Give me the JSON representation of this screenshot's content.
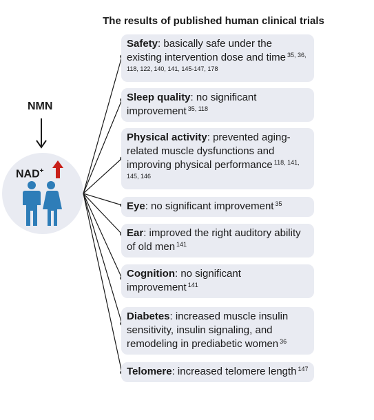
{
  "title": "The results of published human clinical trials",
  "nmn_label": "NMN",
  "nad_label": "NAD",
  "nad_superscript": "+",
  "icons": {
    "increase": "red-up-arrow-icon",
    "people": "man-woman-couple-icon",
    "flow": "down-arrow-icon"
  },
  "colors": {
    "box_bg": "#e9ebf2",
    "people": "#2e7db8",
    "increase_arrow": "#c8201a"
  },
  "results": [
    {
      "heading": "Safety",
      "text": ": basically safe under the existing intervention dose and time",
      "refs": "35, 36, 118, 122, 140, 141, 145-147, 178"
    },
    {
      "heading": "Sleep quality",
      "text": ": no significant improvement",
      "refs": "35, 118"
    },
    {
      "heading": "Physical activity",
      "text": ": prevented aging-related muscle dysfunctions and improving physical performance",
      "refs": "118, 141, 145, 146"
    },
    {
      "heading": "Eye",
      "text": ": no significant improvement",
      "refs": "35"
    },
    {
      "heading": "Ear",
      "text": ": improved the right auditory ability of old men",
      "refs": "141"
    },
    {
      "heading": "Cognition",
      "text": ": no significant improvement",
      "refs": "141"
    },
    {
      "heading": "Diabetes",
      "text": ": increased muscle insulin sensitivity, insulin signaling, and remodeling in prediabetic women",
      "refs": "36"
    },
    {
      "heading": "Telomere",
      "text": ": increased telomere length",
      "refs": "147"
    }
  ]
}
